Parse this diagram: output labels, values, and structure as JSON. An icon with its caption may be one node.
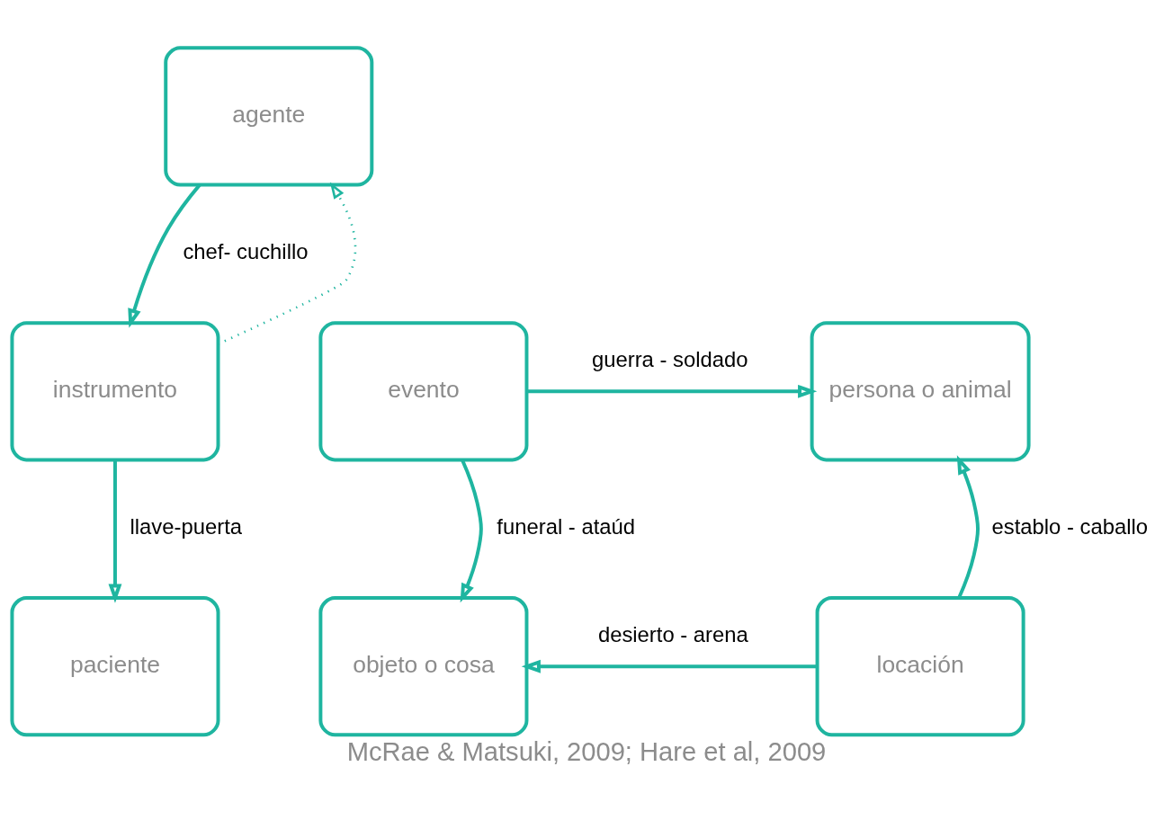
{
  "diagram": {
    "caption": "McRae & Matsuki, 2009; Hare et al, 2009",
    "nodes": [
      {
        "text": [
          "agente"
        ]
      },
      {
        "text": [
          "instrumento"
        ]
      },
      {
        "text": [
          "paciente"
        ]
      },
      {
        "text": [
          "evento"
        ]
      },
      {
        "text": [
          "persona o animal"
        ]
      },
      {
        "text": [
          "objeto o cosa"
        ]
      },
      {
        "text": [
          "locación"
        ]
      }
    ],
    "edges": [
      {
        "from": 0,
        "to": 1,
        "arrow": "to",
        "label": "chef- cuchillo"
      },
      {
        "from": 1,
        "to": 0,
        "arrow": "to",
        "style": "dashed"
      },
      {
        "from": 1,
        "to": 2,
        "arrow": "to",
        "label": "llave-puerta"
      },
      {
        "from": 3,
        "to": 4,
        "arrow": "to",
        "label": "guerra - soldado"
      },
      {
        "from": 3,
        "to": 5,
        "arrow": "to",
        "label": "funeral - ataúd"
      },
      {
        "from": 6,
        "to": 4,
        "arrow": "to",
        "label": "establo - caballo"
      },
      {
        "from": 6,
        "to": 5,
        "arrow": "to",
        "label": "desierto - arena"
      }
    ]
  }
}
